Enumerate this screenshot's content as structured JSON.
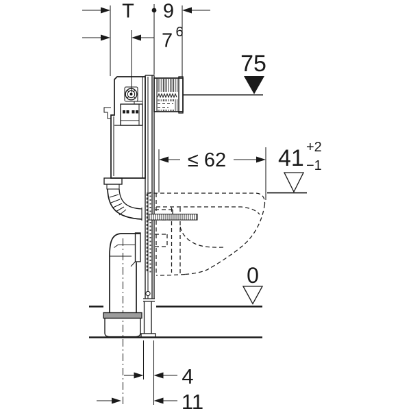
{
  "drawing": {
    "type": "technical-installation-drawing",
    "subject": "wall-hung WC concealed cistern and frame, side section with level marks",
    "labels": {
      "dim_T": "T",
      "dim_9": "9",
      "dim_7_base": "7",
      "dim_7_sup": "6",
      "level_75": "75",
      "dim_le62": "≤ 62",
      "level_41": "41",
      "tol_plus": "+2",
      "tol_minus": "−1",
      "level_0": "0",
      "dim_4": "4",
      "dim_11": "11"
    },
    "colors": {
      "line": "#1a1a1a",
      "background": "#ffffff",
      "socket_gray": "#9c9c9c"
    }
  }
}
